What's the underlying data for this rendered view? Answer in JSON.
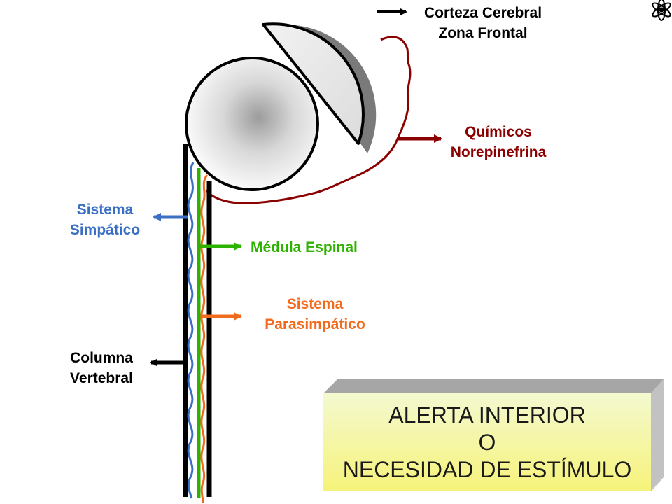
{
  "labels": {
    "cortex": [
      "Corteza Cerebral",
      "Zona Frontal"
    ],
    "chemicals": [
      "Químicos",
      "Norepinefrina"
    ],
    "sympathetic": [
      "Sistema",
      "Simpático"
    ],
    "spinal_cord": "Médula Espinal",
    "parasympathetic": [
      "Sistema",
      "Parasimpático"
    ],
    "column": [
      "Columna",
      "Vertebral"
    ]
  },
  "alert_box": {
    "lines": [
      "ALERTA INTERIOR",
      "O",
      "NECESIDAD DE ESTÍMULO"
    ]
  },
  "colors": {
    "cortex_label": "#000000",
    "chemicals": "#8b0000",
    "sympathetic": "#3a6fc4",
    "spinal_cord": "#2db200",
    "parasympathetic": "#f26b1d",
    "column": "#000000",
    "alert_box_fill_top": "#f4f9d0",
    "alert_box_fill_bottom": "#f6f37a"
  },
  "icons": {
    "corner": "atom-icon"
  }
}
